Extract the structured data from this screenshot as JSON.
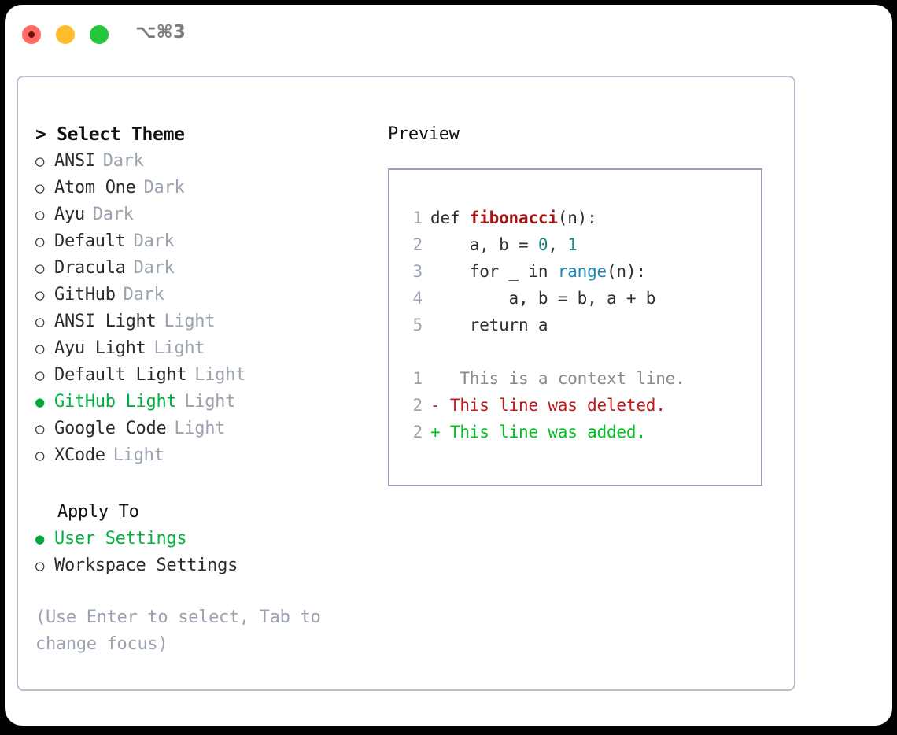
{
  "titlebar": {
    "shortcut": "⌥⌘3",
    "lights": [
      "close-red",
      "minimize-yellow",
      "maximize-green"
    ]
  },
  "theme_list": {
    "header": "> Select Theme",
    "caret": ">",
    "header_label": "Select Theme",
    "bullet_empty": "○",
    "bullet_filled": "●",
    "items": [
      {
        "name": "ANSI",
        "variant": "Dark",
        "selected": false
      },
      {
        "name": "Atom One",
        "variant": "Dark",
        "selected": false
      },
      {
        "name": "Ayu",
        "variant": "Dark",
        "selected": false
      },
      {
        "name": "Default",
        "variant": "Dark",
        "selected": false
      },
      {
        "name": "Dracula",
        "variant": "Dark",
        "selected": false
      },
      {
        "name": "GitHub",
        "variant": "Dark",
        "selected": false
      },
      {
        "name": "ANSI Light",
        "variant": "Light",
        "selected": false
      },
      {
        "name": "Ayu Light",
        "variant": "Light",
        "selected": false
      },
      {
        "name": "Default Light",
        "variant": "Light",
        "selected": false
      },
      {
        "name": "GitHub Light",
        "variant": "Light",
        "selected": true
      },
      {
        "name": "Google Code",
        "variant": "Light",
        "selected": false
      },
      {
        "name": "XCode",
        "variant": "Light",
        "selected": false
      }
    ]
  },
  "apply_to": {
    "title": "Apply To",
    "items": [
      {
        "name": "User Settings",
        "selected": true
      },
      {
        "name": "Workspace Settings",
        "selected": false
      }
    ]
  },
  "hint": "(Use Enter to select, Tab to change focus)",
  "preview": {
    "title": "Preview",
    "code_lines": [
      {
        "number": "1",
        "tokens": [
          {
            "text": "def ",
            "type": "plain"
          },
          {
            "text": "fibonacci",
            "type": "fn"
          },
          {
            "text": "(n):",
            "type": "plain"
          }
        ]
      },
      {
        "number": "2",
        "tokens": [
          {
            "text": "    a, b = ",
            "type": "plain"
          },
          {
            "text": "0",
            "type": "num"
          },
          {
            "text": ", ",
            "type": "plain"
          },
          {
            "text": "1",
            "type": "num"
          }
        ]
      },
      {
        "number": "3",
        "tokens": [
          {
            "text": "    for _ in ",
            "type": "plain"
          },
          {
            "text": "range",
            "type": "builtin"
          },
          {
            "text": "(n):",
            "type": "plain"
          }
        ]
      },
      {
        "number": "4",
        "tokens": [
          {
            "text": "        a, b = b, a + b",
            "type": "plain"
          }
        ]
      },
      {
        "number": "5",
        "tokens": [
          {
            "text": "    return a",
            "type": "plain"
          }
        ]
      }
    ],
    "diff_lines": [
      {
        "number": "1",
        "marker": " ",
        "text": "  This is a context line.",
        "kind": "context"
      },
      {
        "number": "2",
        "marker": "-",
        "text": " This line was deleted.",
        "kind": "deleted"
      },
      {
        "number": "2",
        "marker": "+",
        "text": " This line was added.",
        "kind": "added"
      }
    ]
  },
  "colors": {
    "selected_green": "#00b140",
    "muted_grey": "#9aa3b0",
    "diff_deleted": "#c01818",
    "diff_added": "#00bf1f",
    "fn_red": "#a31515",
    "builtin_blue": "#1a8ab5",
    "number_teal": "#1a8a7d",
    "border": "#97a1b3"
  }
}
